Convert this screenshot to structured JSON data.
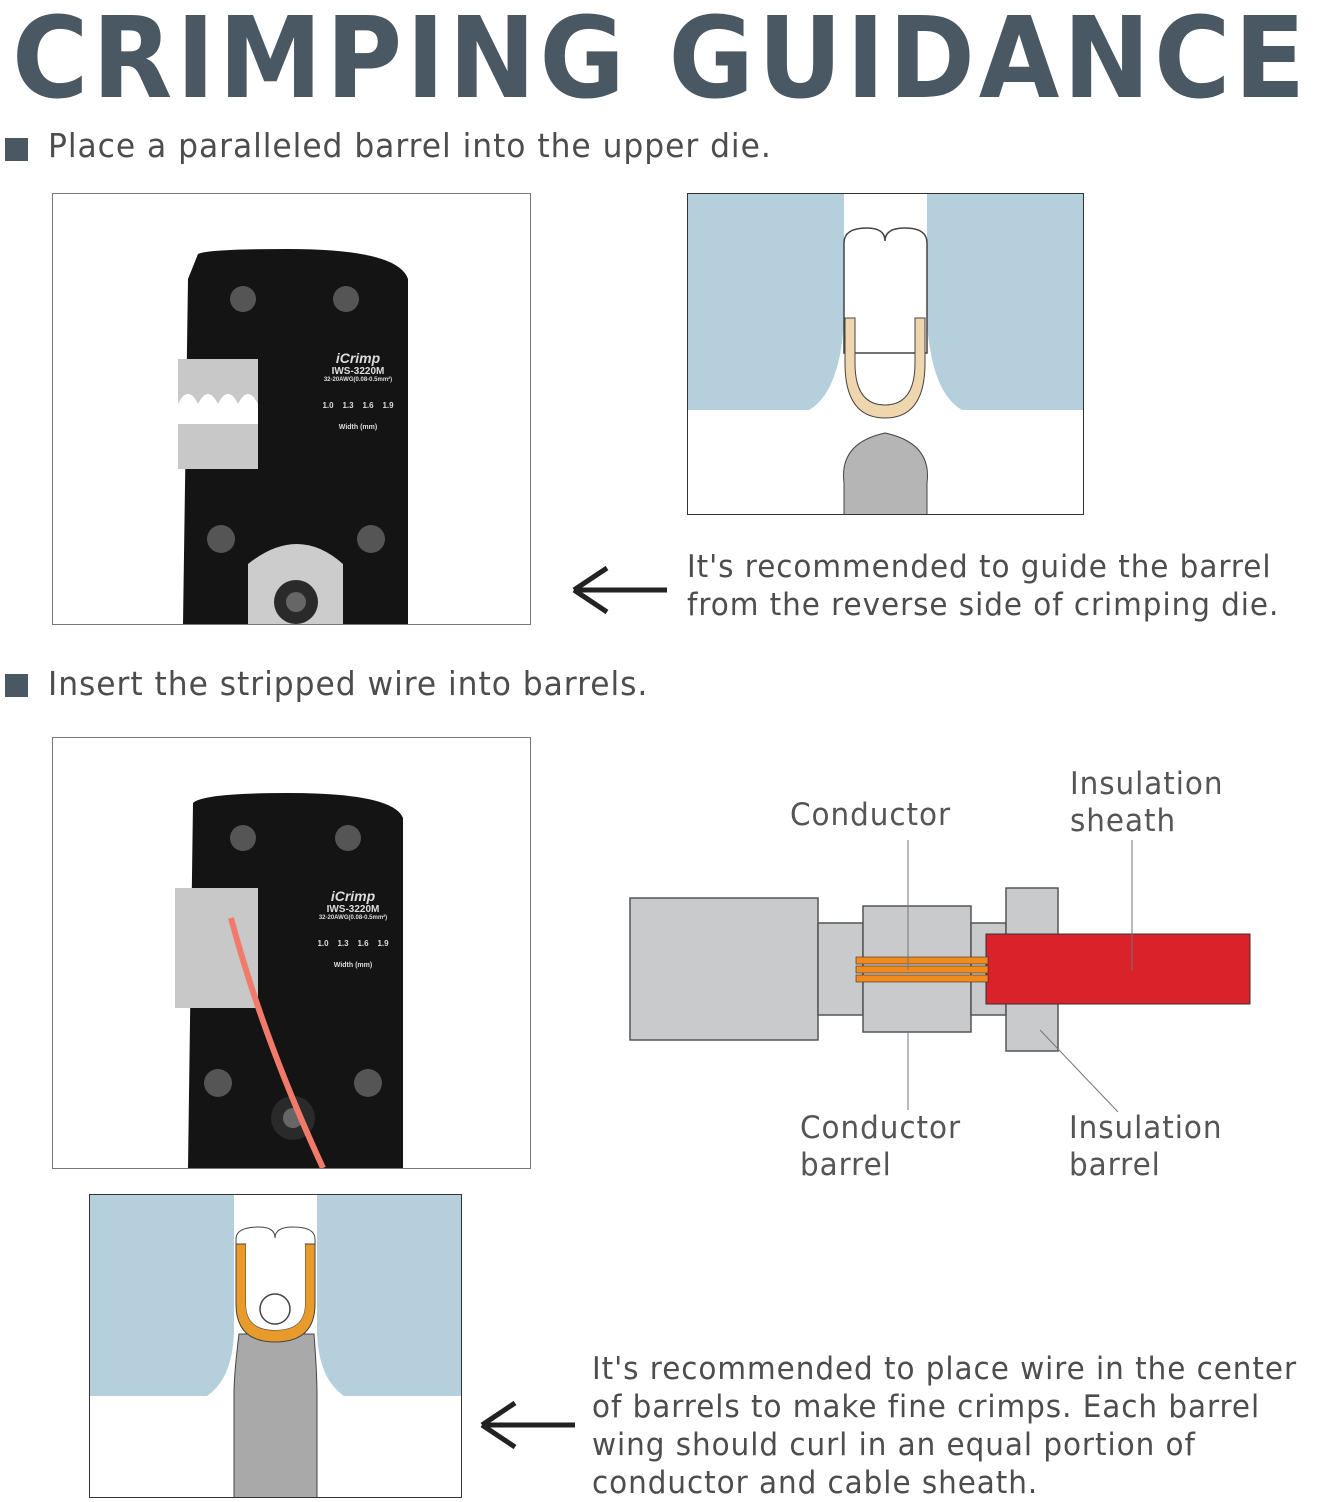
{
  "title": "CRIMPING GUIDANCE",
  "colors": {
    "title": "#4a5864",
    "die_blue": "#b6cfdc",
    "wire_red": "#d9222a",
    "conductor_orange": "#f08a1c",
    "barrel_gray": "#c9cacc"
  },
  "step1": {
    "text": "Place a paralleled barrel into the upper die.",
    "note_lines": [
      "It's recommended to guide the barrel",
      "from the reverse side of crimping die."
    ]
  },
  "step2": {
    "text": "Insert the stripped wire into barrels.",
    "labels": {
      "conductor": "Conductor",
      "insulation_sheath": [
        "Insulation",
        "sheath"
      ],
      "conductor_barrel": [
        "Conductor",
        "barrel"
      ],
      "insulation_barrel": [
        "Insulation",
        "barrel"
      ]
    },
    "note_lines": [
      "It's recommended to place wire in the center",
      "of barrels to make fine crimps. Each barrel",
      "wing should curl in an equal portion of",
      "conductor and cable sheath."
    ]
  },
  "tool": {
    "brand": "iCrimp",
    "model": "IWS-3220M",
    "range": "32-20AWG(0.08-0.5mm²)",
    "widths": [
      "1.0",
      "1.3",
      "1.6",
      "1.9"
    ],
    "width_label": "Width (mm)"
  }
}
